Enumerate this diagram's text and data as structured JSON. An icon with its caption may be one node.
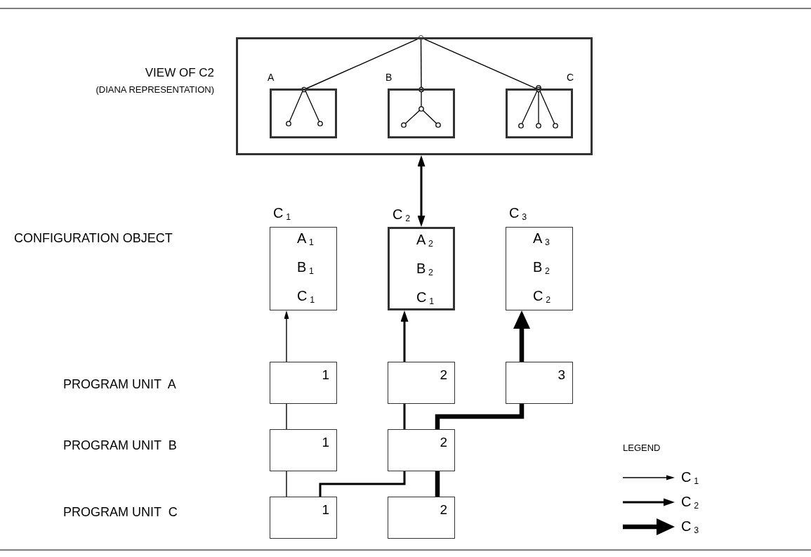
{
  "diagram": {
    "nodes": [
      {
        "text": [],
        "shape": "box"
      },
      {
        "text": [
          "A"
        ],
        "in": 0
      },
      {
        "text": [
          "B"
        ],
        "in": 0
      },
      {
        "text": [
          "C"
        ],
        "in": 0
      },
      {
        "text": [
          "C$_{1}$",
          "A$_{1}$ B$_{1}$ C$_{1}$"
        ]
      },
      {
        "text": [
          "C$_{2}$",
          "A$_{2}$ B$_{2}$ C$_{1}$"
        ]
      },
      {
        "text": [
          "C$_{3}$",
          "A$_{3}$ B$_{2}$ C$_{2}$"
        ]
      },
      {
        "text": [
          "1"
        ]
      },
      {
        "text": [
          "2"
        ]
      },
      {
        "text": [
          "3"
        ]
      },
      {
        "text": [
          "1"
        ]
      },
      {
        "text": [
          "2"
        ]
      },
      {
        "text": [
          "1"
        ]
      },
      {
        "text": [
          "2"
        ]
      },
      {
        "text": [],
        "shape": "circle",
        "in": 0
      }
    ],
    "edges": [
      {
        "from": 0,
        "to": 5,
        "arrow": "both"
      },
      {
        "from": 7,
        "to": 4,
        "arrow": "to"
      },
      {
        "from": 10,
        "to": 7,
        "arrow": "none"
      },
      {
        "from": 12,
        "to": 10,
        "arrow": "none"
      },
      {
        "from": 8,
        "to": 5,
        "arrow": "to"
      },
      {
        "from": 11,
        "to": 8,
        "arrow": "none"
      },
      {
        "from": 12,
        "to": 11,
        "arrow": "none"
      },
      {
        "from": 9,
        "to": 6,
        "arrow": "to",
        "style": "thick"
      },
      {
        "from": 11,
        "to": 9,
        "arrow": "none",
        "style": "thick"
      },
      {
        "from": 13,
        "to": 11,
        "arrow": "none",
        "style": "thick"
      },
      {
        "from": 14,
        "to": 1,
        "arrow": "other"
      },
      {
        "from": 14,
        "to": 2,
        "arrow": "other"
      },
      {
        "from": 14,
        "to": 3,
        "arrow": "other"
      }
    ],
    "labels": [
      "VIEW OF C2",
      "(DIANA REPRESENTATION)",
      "CONFIGURATION OBJECT",
      "PROGRAM UNIT  A",
      "PROGRAM UNIT  B",
      "PROGRAM UNIT  C",
      "LEGEND"
    ],
    "legend": [
      {
        "text": "C$_{1}$"
      },
      {
        "text": "C$_{2}$"
      },
      {
        "text": "C$_{3}$"
      }
    ]
  }
}
